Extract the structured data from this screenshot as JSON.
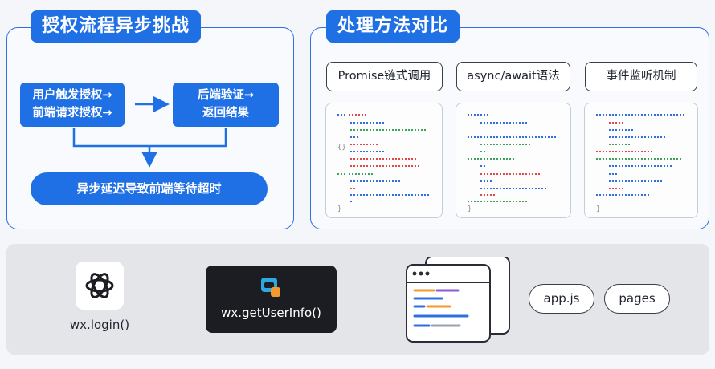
{
  "left_panel": {
    "title": "授权流程异步挑战",
    "box_a": [
      "用户触发授权→",
      "前端请求授权→"
    ],
    "box_b": [
      "后端验证→",
      "返回结果"
    ],
    "result": "异步延迟导致前端等待超时"
  },
  "right_panel": {
    "title": "处理方法对比",
    "methods": [
      "Promise链式调用",
      "async/await语法",
      "事件监听机制"
    ]
  },
  "bottom": {
    "login_caption": "wx.login()",
    "userinfo_caption": "wx.getUserInfo()",
    "chips": [
      "app.js",
      "pages"
    ]
  },
  "colors": {
    "accent": "#1f6fe5",
    "dark_card": "#1c1d22",
    "band": "#e3e5e9"
  },
  "icons": [
    "openai-logo-icon",
    "mini-program-icon",
    "code-windows-icon"
  ]
}
